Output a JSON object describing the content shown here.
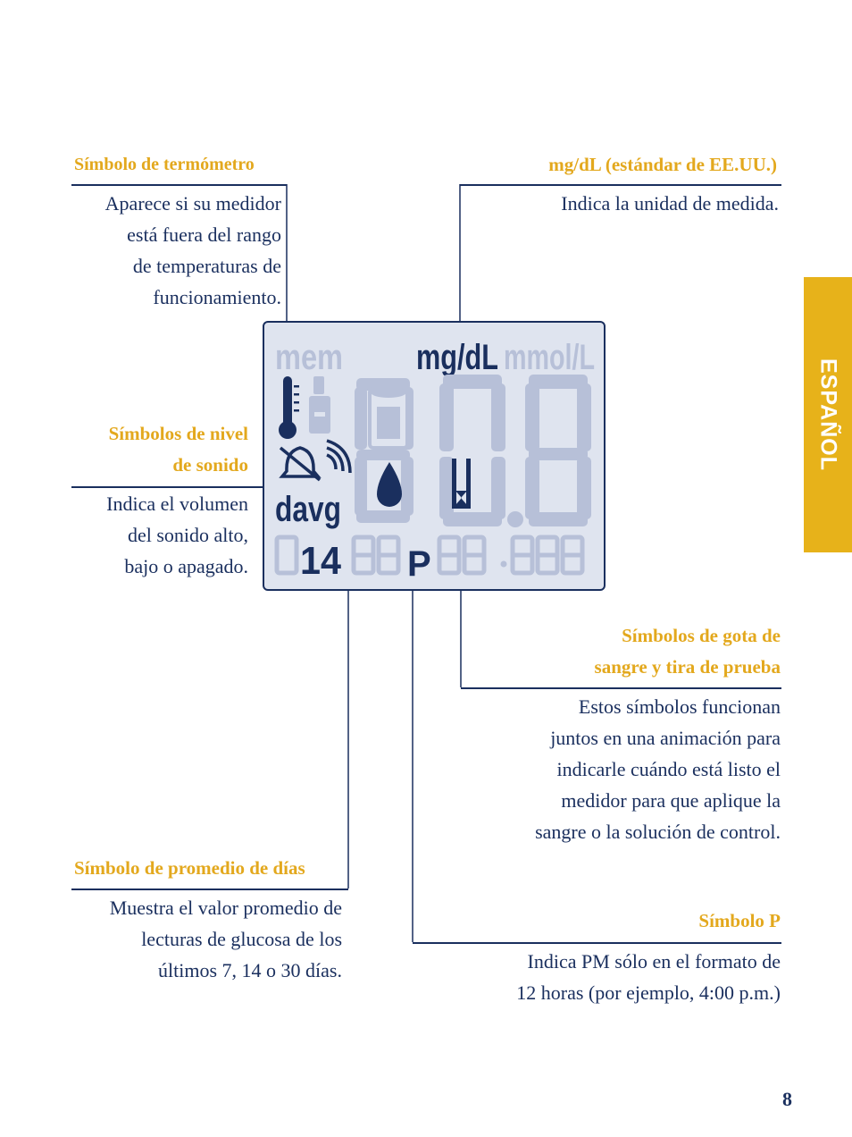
{
  "sections": {
    "thermometer": {
      "heading": "Símbolo de termómetro",
      "lines": [
        "Aparece si su medidor",
        "está fuera del rango",
        "de temperaturas de",
        "funcionamiento."
      ]
    },
    "units": {
      "heading": "mg/dL (estándar de EE.UU.)",
      "lines": [
        "Indica la unidad de medida."
      ]
    },
    "sound": {
      "heading_lines": [
        "Símbolos de nivel",
        "de sonido"
      ],
      "lines": [
        "Indica el volumen",
        "del sonido alto,",
        "bajo o apagado."
      ]
    },
    "drop_strip": {
      "heading_lines": [
        "Símbolos de gota de",
        "sangre y tira de prueba"
      ],
      "lines": [
        "Estos símbolos funcionan",
        "juntos en una animación para",
        "indicarle cuándo está listo el",
        "medidor para que aplique la",
        "sangre o la solución de control."
      ]
    },
    "average": {
      "heading": "Símbolo de promedio de días",
      "lines": [
        "Muestra el valor promedio de",
        "lecturas de glucosa de los",
        "últimos 7, 14 o 30 días."
      ]
    },
    "p_symbol": {
      "heading": "Símbolo P",
      "lines": [
        "Indica PM sólo en el formato de",
        "12 horas (por ejemplo, 4:00 p.m.)"
      ]
    }
  },
  "display": {
    "mem": "mem",
    "mgdl": "mg/dL",
    "mmol": "mmol/L",
    "davg": "davg",
    "days": "14",
    "p": "P",
    "active_color": "#1a2f5e",
    "inactive_color": "#b7c0d8",
    "background_color": "#dfe4ef",
    "icons": [
      "thermometer-icon",
      "vial-icon",
      "control-solution-icon",
      "bell-muted-icon",
      "sound-waves-icon",
      "blood-drop-icon",
      "test-strip-icon"
    ]
  },
  "side_tab": {
    "label": "ESPAÑOL",
    "color": "#e7b21a"
  },
  "page_number": "8",
  "colors": {
    "heading": "#e3a81d",
    "text": "#1a2f5e"
  }
}
